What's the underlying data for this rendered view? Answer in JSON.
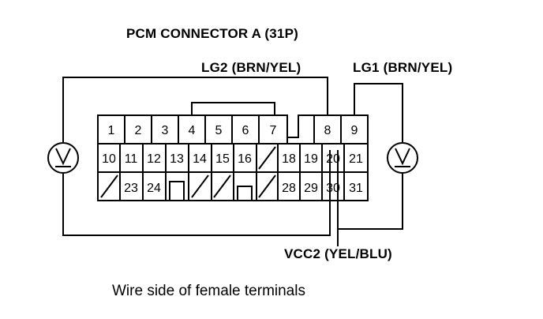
{
  "title": "PCM CONNECTOR A (31P)",
  "labels": {
    "lg2": "LG2 (BRN/YEL)",
    "lg1": "LG1 (BRN/YEL)",
    "vcc2": "VCC2 (YEL/BLU)"
  },
  "caption": "Wire side of female terminals",
  "meter_symbol": "V",
  "terminals": [
    "1",
    "2",
    "3",
    "4",
    "5",
    "6",
    "7",
    "8",
    "9",
    "10",
    "11",
    "12",
    "13",
    "14",
    "15",
    "16",
    "18",
    "19",
    "20",
    "21",
    "23",
    "24",
    "28",
    "29",
    "30",
    "31"
  ]
}
